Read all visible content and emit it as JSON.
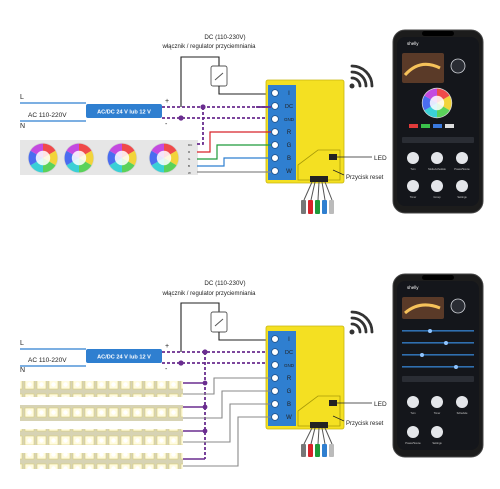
{
  "colors": {
    "blue": "#2f7fd0",
    "purple": "#6a2d8f",
    "yellow": "#f4e022",
    "red": "#d8232a",
    "green": "#1e9b3a",
    "wire_gray": "#8a8a8a"
  },
  "diagrams": [
    {
      "dc_label": "DC (110-230V)",
      "switch_label": "włącznik / regulator przyciemniania",
      "line_L": "L",
      "line_N": "N",
      "ac_label": "AC 110-220V",
      "psu_label": "AC/DC 24 V lub 12 V",
      "plus": "+",
      "minus": "-",
      "terminals": [
        "I",
        "DC",
        "GND",
        "R",
        "G",
        "B",
        "W"
      ],
      "led_label": "LED",
      "reset_label": "Przycisk reset",
      "strip_type": "rgbw",
      "strip_side_labels": [
        "DC",
        "R",
        "G",
        "B",
        "W"
      ],
      "phone_brand": "shelly",
      "phone_buttons": [
        "Turn",
        "Mode/schedule",
        "Power/Scene",
        "Timer",
        "Group",
        "Settings"
      ]
    },
    {
      "dc_label": "DC (110-230V)",
      "switch_label": "włącznik / regulator przyciemniania",
      "line_L": "L",
      "line_N": "N",
      "ac_label": "AC 110-220V",
      "psu_label": "AC/DC 24 V lub 12 V",
      "plus": "+",
      "minus": "-",
      "terminals": [
        "I",
        "DC",
        "GND",
        "R",
        "G",
        "B",
        "W"
      ],
      "led_label": "LED",
      "reset_label": "Przycisk reset",
      "strip_type": "white",
      "phone_brand": "shelly",
      "phone_buttons": [
        "Turn",
        "Timer",
        "Schedule",
        "Power/Scene",
        "Settings"
      ]
    }
  ]
}
